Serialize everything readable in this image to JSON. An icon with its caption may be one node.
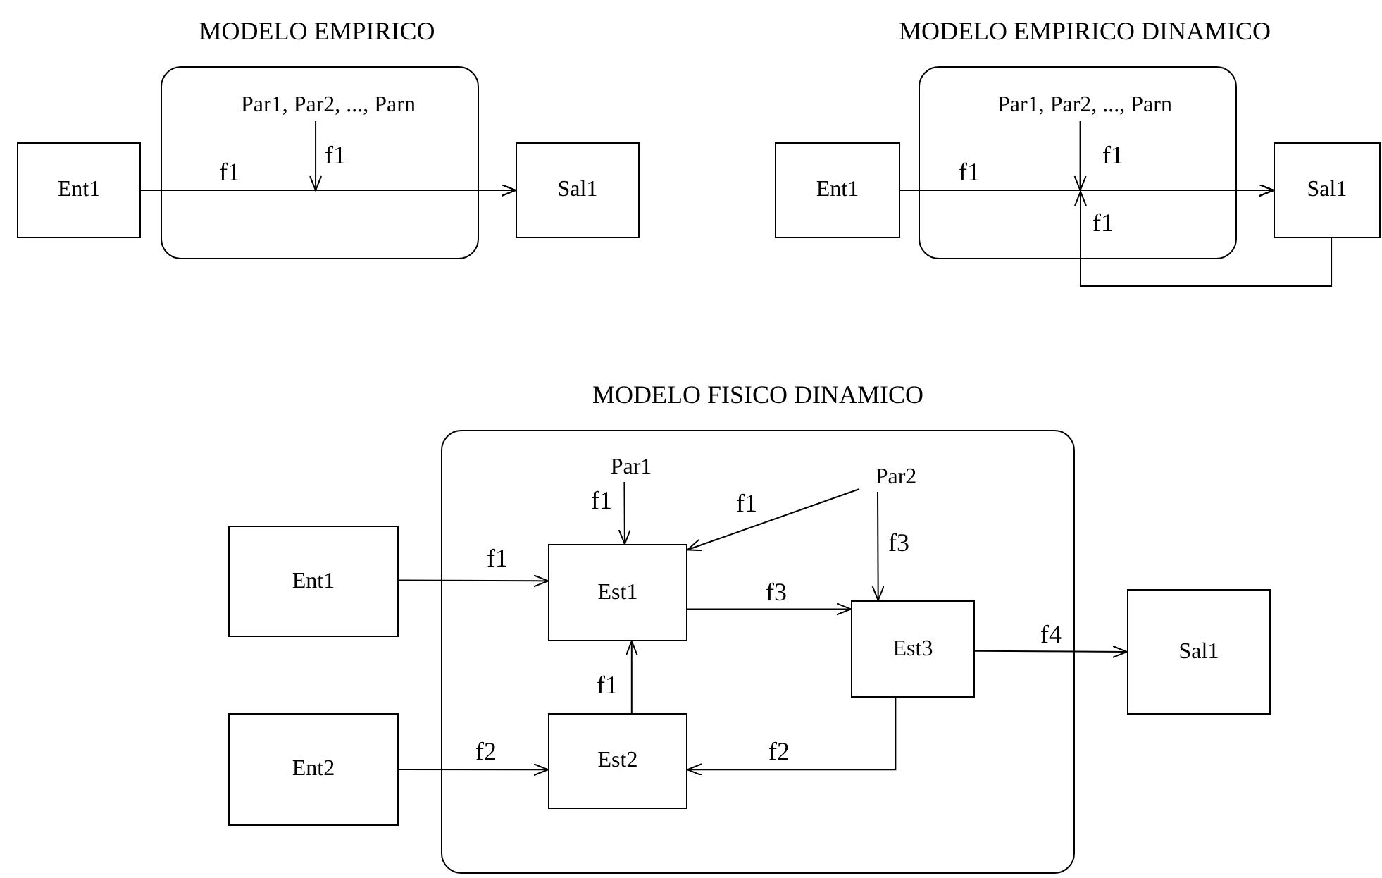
{
  "diagram": {
    "nodes": [
      {
        "text": [
          "MODELO EMPIRICO"
        ]
      },
      {
        "text": [
          "Ent1"
        ]
      },
      {
        "text": [
          "Par1, Par2, ..., Parn"
        ],
        "in": 0
      },
      {
        "text": [
          "Sal1"
        ]
      },
      {
        "text": [
          "MODELO EMPIRICO DINAMICO"
        ]
      },
      {
        "text": [
          "Ent1"
        ]
      },
      {
        "text": [
          "Par1, Par2, ..., Parn"
        ],
        "in": 4
      },
      {
        "text": [
          "Sal1"
        ]
      },
      {
        "text": [
          "MODELO FISICO DINAMICO"
        ]
      },
      {
        "text": [
          "Par1"
        ],
        "in": 8
      },
      {
        "text": [
          "Par2"
        ],
        "in": 8
      },
      {
        "text": [
          "Ent1"
        ]
      },
      {
        "text": [
          "Est1"
        ],
        "in": 8
      },
      {
        "text": [
          "Est3"
        ],
        "in": 8
      },
      {
        "text": [
          "Sal1"
        ]
      },
      {
        "text": [
          "Ent2"
        ]
      },
      {
        "text": [
          "Est2"
        ],
        "in": 8
      }
    ],
    "edges": [
      {
        "from": 1,
        "to": 3,
        "arrow": "to",
        "label": "f1"
      },
      {
        "from": 2,
        "to": 3,
        "arrow": "to",
        "label": "f1"
      },
      {
        "from": 5,
        "to": 7,
        "arrow": "to",
        "label": "f1"
      },
      {
        "from": 6,
        "to": 7,
        "arrow": "to",
        "label": "f1"
      },
      {
        "from": 7,
        "to": 7,
        "arrow": "to",
        "label": "f1"
      },
      {
        "from": 11,
        "to": 12,
        "arrow": "to",
        "label": "f1"
      },
      {
        "from": 9,
        "to": 12,
        "arrow": "to",
        "label": "f1"
      },
      {
        "from": 10,
        "to": 12,
        "arrow": "to",
        "label": "f1"
      },
      {
        "from": 10,
        "to": 13,
        "arrow": "to",
        "label": "f3"
      },
      {
        "from": 12,
        "to": 13,
        "arrow": "to",
        "label": "f3"
      },
      {
        "from": 16,
        "to": 12,
        "arrow": "to",
        "label": "f1"
      },
      {
        "from": 15,
        "to": 16,
        "arrow": "to",
        "label": "f2"
      },
      {
        "from": 13,
        "to": 16,
        "arrow": "to",
        "label": "f2"
      },
      {
        "from": 13,
        "to": 14,
        "arrow": "to",
        "label": "f4"
      }
    ]
  }
}
